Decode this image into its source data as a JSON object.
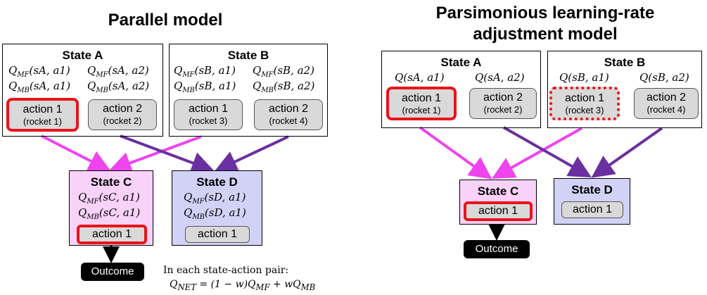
{
  "left": {
    "title": "Parallel model",
    "stateA": {
      "title": "State A",
      "q1": "Q_MF(sA, a1)",
      "q2": "Q_MF(sA, a2)",
      "q3": "Q_MB(sA, a1)",
      "q4": "Q_MB(sA, a2)",
      "a1": "action 1",
      "a1sub": "(rocket 1)",
      "a2": "action 2",
      "a2sub": "(rocket 2)"
    },
    "stateB": {
      "title": "State B",
      "q1": "Q_MF(sB, a1)",
      "q2": "Q_MF(sB, a2)",
      "q3": "Q_MB(sB, a1)",
      "q4": "Q_MB(sB, a2)",
      "a1": "action 1",
      "a1sub": "(rocket 3)",
      "a2": "action 2",
      "a2sub": "(rocket 4)"
    },
    "stateC": {
      "title": "State C",
      "q1": "Q_MF(sC, a1)",
      "q2": "Q_MB(sC, a1)",
      "a1": "action 1"
    },
    "stateD": {
      "title": "State D",
      "q1": "Q_MF(sD, a1)",
      "q2": "Q_MB(sD, a1)",
      "a1": "action 1"
    },
    "outcome": "Outcome",
    "note": "In each state-action pair:",
    "formula": "Q_NET = (1 − w)Q_MF + wQ_MB"
  },
  "right": {
    "title_line1": "Parsimonious learning-rate",
    "title_line2": "adjustment model",
    "stateA": {
      "title": "State A",
      "q1": "Q(sA, a1)",
      "q2": "Q(sA, a2)",
      "a1": "action 1",
      "a1sub": "(rocket 1)",
      "a2": "action 2",
      "a2sub": "(rocket 2)"
    },
    "stateB": {
      "title": "State B",
      "q1": "Q(sB, a1)",
      "q2": "Q(sB, a2)",
      "a1": "action 1",
      "a1sub": "(rocket 3)",
      "a2": "action 2",
      "a2sub": "(rocket 4)"
    },
    "stateC": {
      "title": "State C",
      "a1": "action 1"
    },
    "stateD": {
      "title": "State D",
      "a1": "action 1"
    },
    "outcome": "Outcome"
  },
  "colors": {
    "magenta": "#ee44ee",
    "purple": "#6a2fa0",
    "stateC_fill": "#f8d2f8",
    "stateD_fill": "#d2d2f6",
    "selected": "#e8141b"
  }
}
